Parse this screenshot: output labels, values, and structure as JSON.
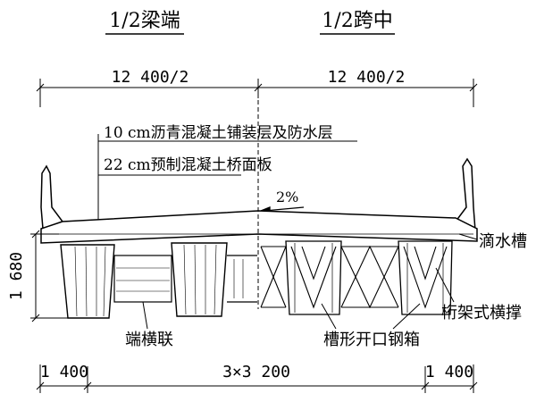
{
  "headers": {
    "left": "1/2梁端",
    "right": "1/2跨中"
  },
  "top_dimensions": {
    "left": "12 400/2",
    "right": "12 400/2"
  },
  "callouts": {
    "paving": "10 cm沥青混凝土铺装层及防水层",
    "deck": "22 cm预制混凝土桥面板",
    "slope": "2%"
  },
  "side_dimension": "1 680",
  "labels": {
    "drip": "滴水槽",
    "end_cross_beam": "端横联",
    "truss_brace": "桁架式横撑",
    "steel_box": "槽形开口钢箱"
  },
  "bottom_dimensions": {
    "left": "1 400",
    "middle": "3×3 200",
    "right": "1 400"
  }
}
